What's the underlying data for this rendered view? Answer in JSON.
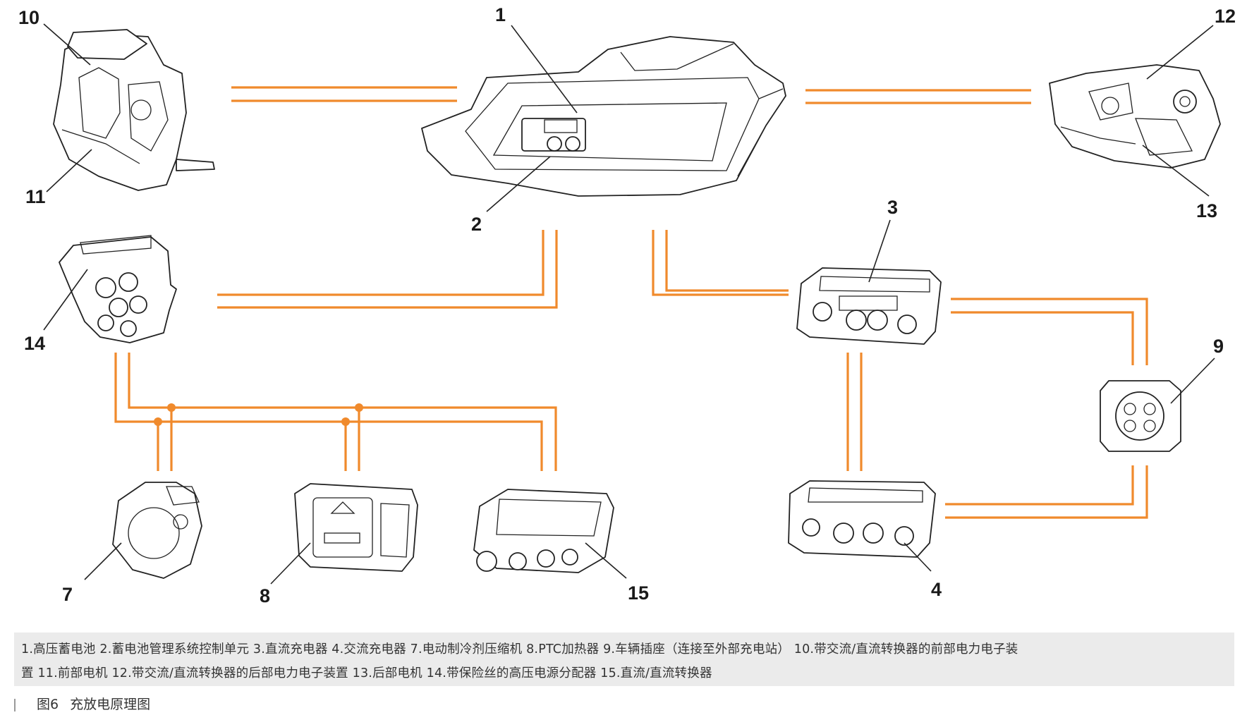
{
  "callouts": [
    "1",
    "2",
    "3",
    "4",
    "7",
    "8",
    "9",
    "10",
    "11",
    "12",
    "13",
    "14",
    "15"
  ],
  "legend": {
    "line1": "1.高压蓄电池  2.蓄电池管理系统控制单元  3.直流充电器  4.交流充电器  7.电动制冷剂压缩机  8.PTC加热器  9.车辆插座（连接至外部充电站）  10.带交流/直流转换器的前部电力电子装",
    "line2": "置  11.前部电机  12.带交流/直流转换器的后部电力电子装置  13.后部电机  14.带保险丝的高压电源分配器  15.直流/直流转换器"
  },
  "caption": {
    "figure_number": "图6",
    "title": "充放电原理图"
  },
  "colors": {
    "cable": "#f08a2c",
    "outline": "#222222",
    "legend_background": "#ebebeb"
  }
}
